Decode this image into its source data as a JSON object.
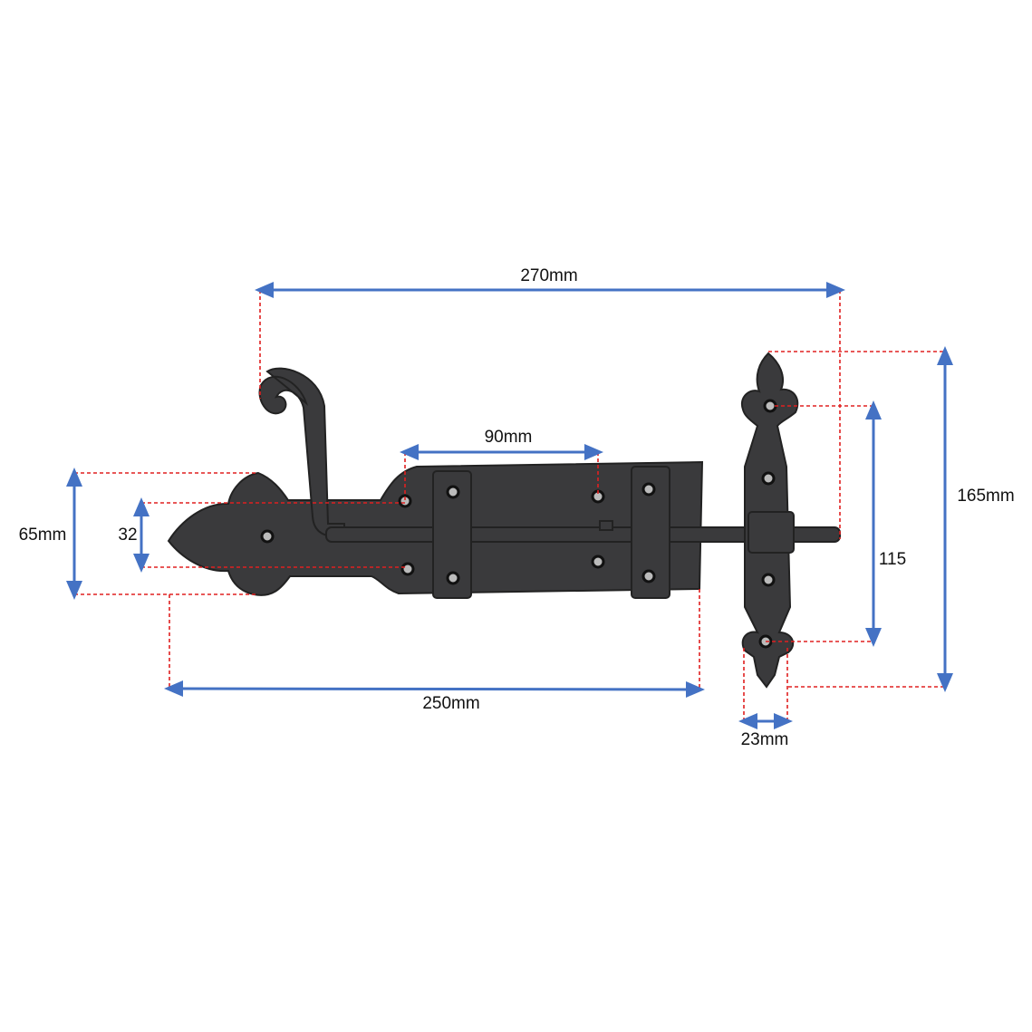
{
  "title": "Door bolt with keeper - dimensions",
  "colors": {
    "dimension_line": "#4472c4",
    "guide_line": "#e02020",
    "iron": "#3a3a3c"
  },
  "dimensions": {
    "overall_length": "270mm",
    "hole_spacing": "90mm",
    "plate_height": "65mm",
    "hole_vertical_spacing": "32",
    "plate_length": "250mm",
    "keeper_height": "165mm",
    "keeper_hole_spacing": "115",
    "keeper_width": "23mm"
  }
}
